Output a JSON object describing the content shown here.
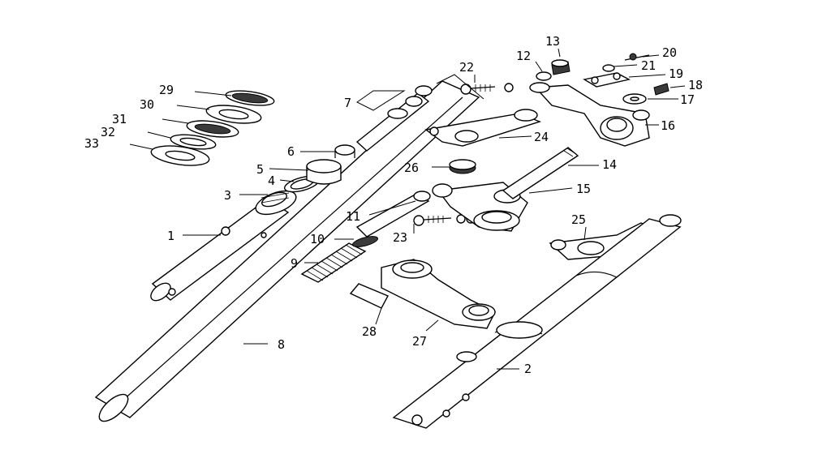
{
  "diagram": {
    "callouts": [
      {
        "id": "1",
        "label": "1"
      },
      {
        "id": "2",
        "label": "2"
      },
      {
        "id": "3",
        "label": "3"
      },
      {
        "id": "4",
        "label": "4"
      },
      {
        "id": "5",
        "label": "5"
      },
      {
        "id": "6",
        "label": "6"
      },
      {
        "id": "7",
        "label": "7"
      },
      {
        "id": "8",
        "label": "8"
      },
      {
        "id": "9",
        "label": "9"
      },
      {
        "id": "10",
        "label": "10"
      },
      {
        "id": "11",
        "label": "11"
      },
      {
        "id": "12",
        "label": "12"
      },
      {
        "id": "13",
        "label": "13"
      },
      {
        "id": "14",
        "label": "14"
      },
      {
        "id": "15",
        "label": "15"
      },
      {
        "id": "16",
        "label": "16"
      },
      {
        "id": "17",
        "label": "17"
      },
      {
        "id": "18",
        "label": "18"
      },
      {
        "id": "19",
        "label": "19"
      },
      {
        "id": "20",
        "label": "20"
      },
      {
        "id": "21",
        "label": "21"
      },
      {
        "id": "22",
        "label": "22"
      },
      {
        "id": "23",
        "label": "23"
      },
      {
        "id": "24",
        "label": "24"
      },
      {
        "id": "25",
        "label": "25"
      },
      {
        "id": "26",
        "label": "26"
      },
      {
        "id": "27",
        "label": "27"
      },
      {
        "id": "28",
        "label": "28"
      },
      {
        "id": "29",
        "label": "29"
      },
      {
        "id": "30",
        "label": "30"
      },
      {
        "id": "31",
        "label": "31"
      },
      {
        "id": "32",
        "label": "32"
      },
      {
        "id": "33",
        "label": "33"
      }
    ]
  }
}
